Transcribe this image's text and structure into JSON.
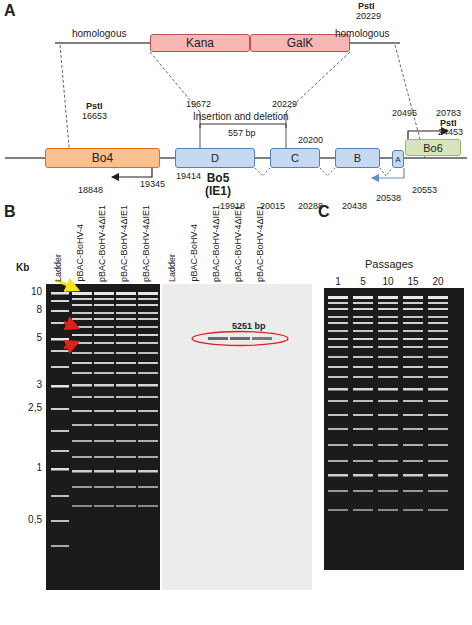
{
  "diagram": {
    "nodes": [
      {
        "text": [
          "Kana"
        ]
      },
      {
        "text": [
          "GalK"
        ]
      },
      {
        "text": [
          "Bo4"
        ]
      },
      {
        "text": [
          "D"
        ]
      },
      {
        "text": [
          "C"
        ]
      },
      {
        "text": [
          "B"
        ]
      },
      {
        "text": [
          "A"
        ]
      },
      {
        "text": [
          "Bo6"
        ]
      }
    ],
    "edges": [
      {
        "from": 3,
        "to": 4,
        "arrow": "none"
      },
      {
        "from": 4,
        "to": 5,
        "arrow": "none"
      },
      {
        "from": 5,
        "to": 6,
        "arrow": "none"
      }
    ],
    "labels": [
      "A",
      "homologous",
      "homologous",
      "PstI",
      "20229",
      "19672",
      "20229",
      "Insertion and deletion",
      "557 bp",
      "PstI",
      "16653",
      "20495",
      "20783",
      "PstI",
      "24453",
      "20200",
      "18848",
      "19345",
      "19414",
      "Bo5 (IE1)",
      "19918",
      "20015",
      "20288",
      "20438",
      "20538",
      "20553",
      "B",
      "C",
      "Kb",
      "10",
      "8",
      "5",
      "3",
      "2,5",
      "1",
      "0,5",
      "Ladder",
      "pBAC-BoHV-4",
      "pBAC-BoHV-4ΔIE1",
      "pBAC-BoHV-4ΔIE1",
      "pBAC-BoHV-4ΔIE1",
      "Ladder",
      "pBAC-BoHV-4",
      "pBAC-BoHV-4ΔIE1",
      "pBAC-BoHV-4ΔIE1",
      "pBAC-BoHV-4ΔIE1",
      "5251 bp",
      "Passages",
      "1",
      "5",
      "10",
      "15",
      "20"
    ]
  }
}
